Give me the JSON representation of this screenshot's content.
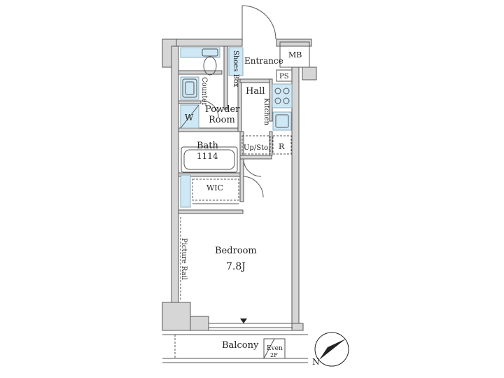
{
  "rooms": {
    "entrance": "Entrance",
    "shoes_box": "Shoes Box",
    "mb": "MB",
    "ps": "PS",
    "hall": "Hall",
    "counter": "Counter",
    "kitchen": "Kitchen",
    "powder_room_line1": "Powder",
    "powder_room_line2": "Room",
    "washer": "W",
    "bath": "Bath",
    "bath_size": "1114",
    "up_sto": "Up/Sto.",
    "refrigerator": "R",
    "wic": "WIC",
    "bedroom": "Bedroom",
    "bedroom_size": "7.8J",
    "picture_rail": "Picture Rail",
    "balcony": "Balcony",
    "even_line1": "Even",
    "even_line2": "2F"
  },
  "compass": {
    "label": "N"
  },
  "colors": {
    "wet_area": "#cfe8f5",
    "wall": "#d6d6d6",
    "line": "#555555"
  }
}
